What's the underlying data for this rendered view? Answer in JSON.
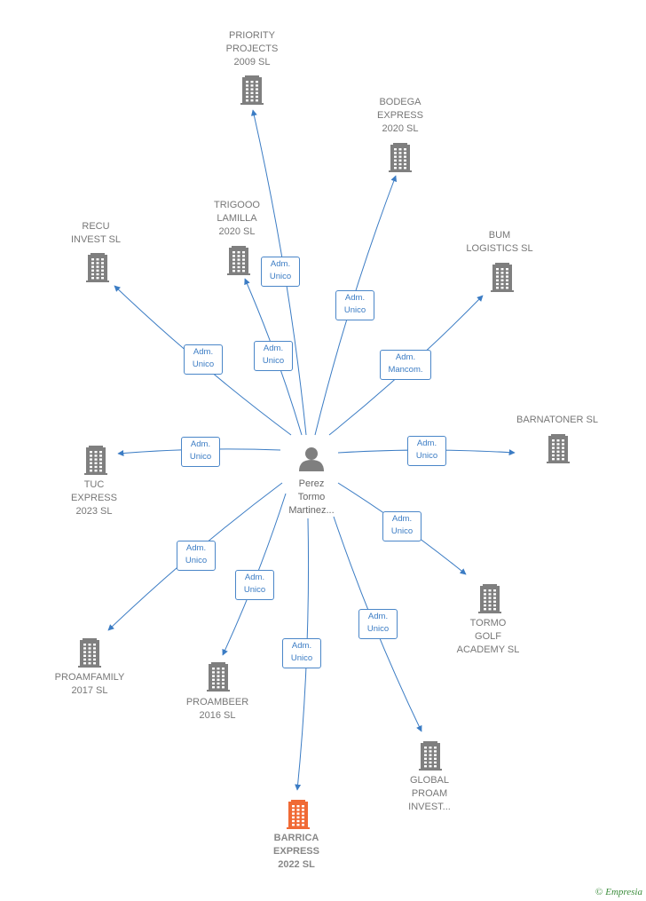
{
  "colors": {
    "edge": "#3b7cc4",
    "company": "#7f7f7f",
    "focus_company": "#f06a35",
    "person": "#7f7f7f"
  },
  "person": {
    "name": "Perez\nTormo\nMartinez..."
  },
  "companies": [
    {
      "id": "priority",
      "name": "PRIORITY\nPROJECTS\n2009 SL",
      "focus": false,
      "role": "Adm.\nUnico"
    },
    {
      "id": "bodega",
      "name": "BODEGA\nEXPRESS\n2020 SL",
      "focus": false,
      "role": "Adm.\nUnico"
    },
    {
      "id": "trigooo",
      "name": "TRIGOOO\nLAMILLA\n2020 SL",
      "focus": false,
      "role": "Adm.\nUnico"
    },
    {
      "id": "recu",
      "name": "RECU\nINVEST SL",
      "focus": false,
      "role": "Adm.\nUnico"
    },
    {
      "id": "bum",
      "name": "BUM\nLOGISTICS SL",
      "focus": false,
      "role": "Adm.\nMancom."
    },
    {
      "id": "barnatoner",
      "name": "BARNATONER SL",
      "focus": false,
      "role": "Adm.\nUnico"
    },
    {
      "id": "tuc",
      "name": "TUC\nEXPRESS\n2023 SL",
      "focus": false,
      "role": "Adm.\nUnico"
    },
    {
      "id": "tormo",
      "name": "TORMO\nGOLF\nACADEMY SL",
      "focus": false,
      "role": "Adm.\nUnico"
    },
    {
      "id": "proamfamily",
      "name": "PROAMFAMILY\n2017 SL",
      "focus": false,
      "role": "Adm.\nUnico"
    },
    {
      "id": "proambeer",
      "name": "PROAMBEER\n2016 SL",
      "focus": false,
      "role": "Adm.\nUnico"
    },
    {
      "id": "global",
      "name": "GLOBAL\nPROAM\nINVEST...",
      "focus": false,
      "role": "Adm.\nUnico"
    },
    {
      "id": "barrica",
      "name": "BARRICA\nEXPRESS\n2022 SL",
      "focus": true,
      "role": "Adm.\nUnico"
    }
  ],
  "footer": {
    "copyright_symbol": "©",
    "brand": "Empresia"
  }
}
